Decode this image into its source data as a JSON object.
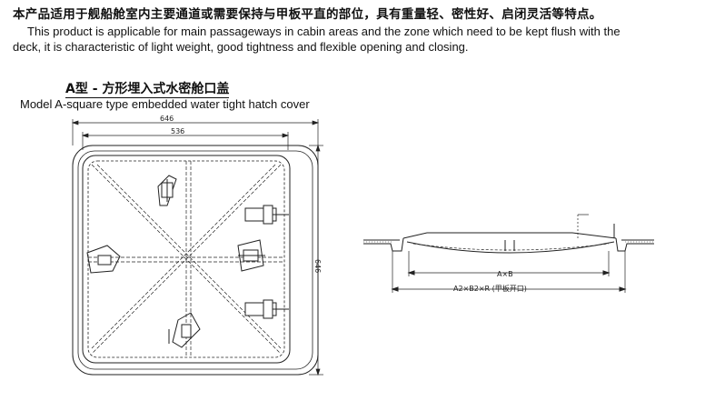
{
  "intro": {
    "cn": "本产品适用于舰船舱室内主要通道或需要保持与甲板平直的部位，具有重量轻、密性好、启闭灵活等特点。",
    "en_line1": "This product is applicable for main passageways in cabin areas and the zone which need to be kept flush with the",
    "en_line2": "deck, it is characteristic of light weight, good tightness and flexible opening and closing."
  },
  "model": {
    "title_cn": "A型 - 方形埋入式水密舱口盖",
    "title_en": "Model A-square type embedded water tight hatch cover"
  },
  "dimensions": {
    "overall_width": "646",
    "inner_width": "536",
    "overall_height": "646"
  },
  "section_view": {
    "label_axb": "A×B",
    "label_deck_opening": "A2×B2×R (甲板开口)"
  },
  "colors": {
    "line": "#222222",
    "background": "#ffffff"
  }
}
